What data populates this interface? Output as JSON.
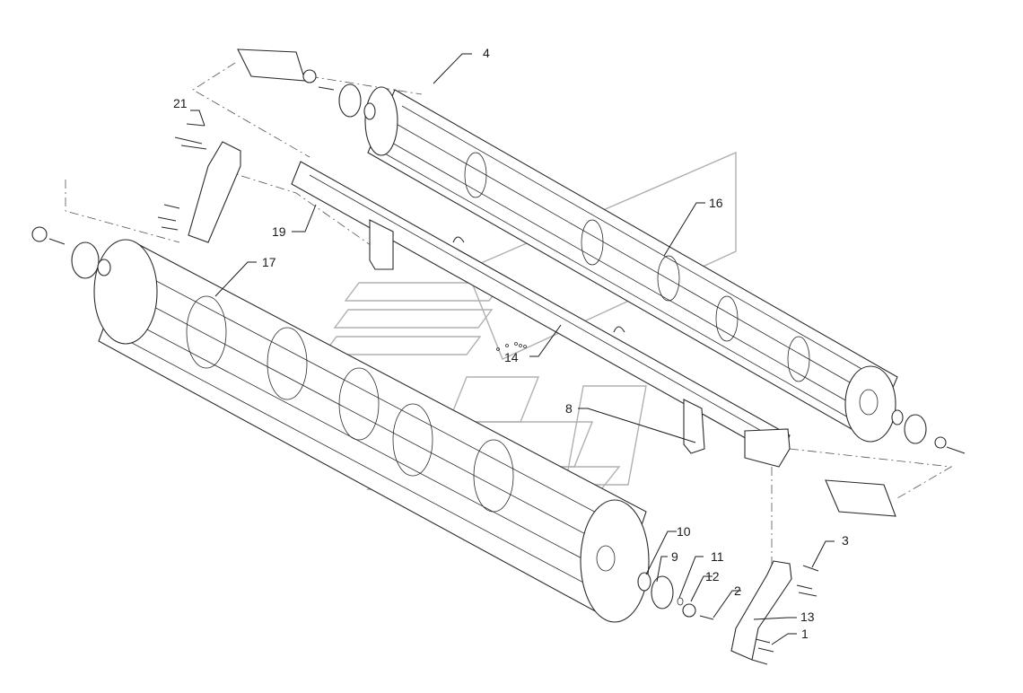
{
  "diagram": {
    "callouts": [
      {
        "id": "label-1",
        "text": "1"
      },
      {
        "id": "label-2",
        "text": "2"
      },
      {
        "id": "label-3",
        "text": "3"
      },
      {
        "id": "label-4",
        "text": "4"
      },
      {
        "id": "label-8",
        "text": "8"
      },
      {
        "id": "label-9",
        "text": "9"
      },
      {
        "id": "label-10",
        "text": "10"
      },
      {
        "id": "label-11",
        "text": "11"
      },
      {
        "id": "label-12",
        "text": "12"
      },
      {
        "id": "label-13",
        "text": "13"
      },
      {
        "id": "label-14",
        "text": "14"
      },
      {
        "id": "label-16",
        "text": "16"
      },
      {
        "id": "label-17",
        "text": "17"
      },
      {
        "id": "label-19",
        "text": "19"
      },
      {
        "id": "label-21",
        "text": "21"
      }
    ]
  }
}
